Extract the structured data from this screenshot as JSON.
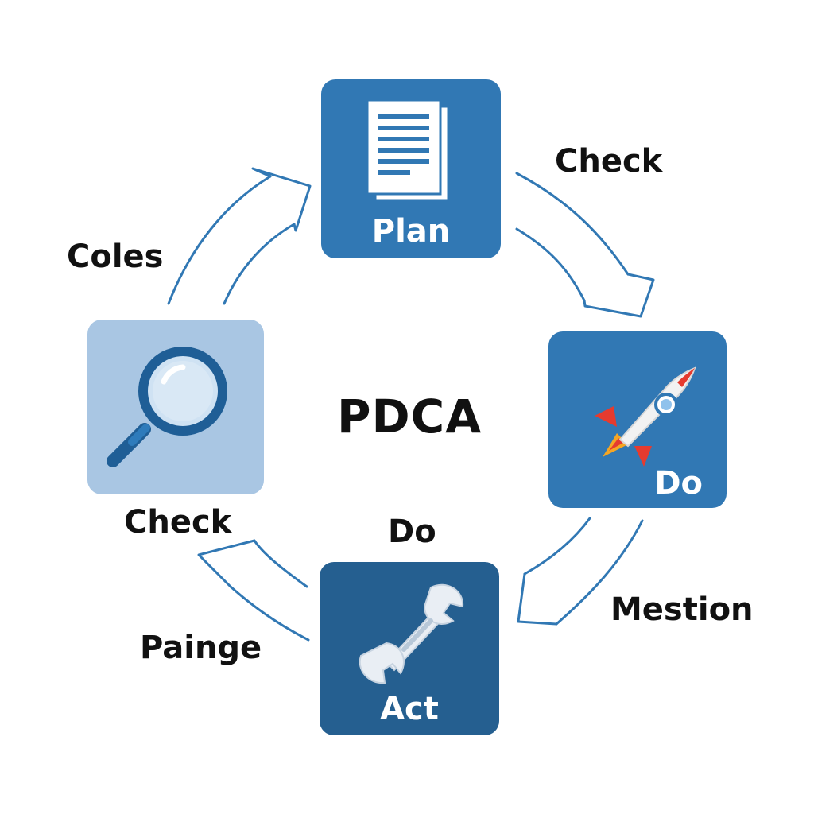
{
  "diagram": {
    "center_title": "PDCA",
    "nodes": {
      "plan": {
        "label": "Plan",
        "icon": "document-icon",
        "color": "#3178b4"
      },
      "do": {
        "label": "Do",
        "icon": "rocket-icon",
        "color": "#3178b4"
      },
      "act": {
        "label": "Act",
        "icon": "wrench-icon",
        "color": "#255f90"
      },
      "check": {
        "label": "",
        "icon": "magnifier-icon",
        "color": "#a9c6e3"
      }
    },
    "float_labels": {
      "top_right": "Check",
      "top_left": "Coles",
      "left": "Check",
      "bottom_center": "Do",
      "bottom_right": "Mestion",
      "bottom_left": "Painge"
    },
    "colors": {
      "arrow": "#3178b4",
      "text": "#111111",
      "rocket_body": "#f2f2f2",
      "rocket_accent": "#e53b2f",
      "flame": "#f5a623"
    }
  }
}
